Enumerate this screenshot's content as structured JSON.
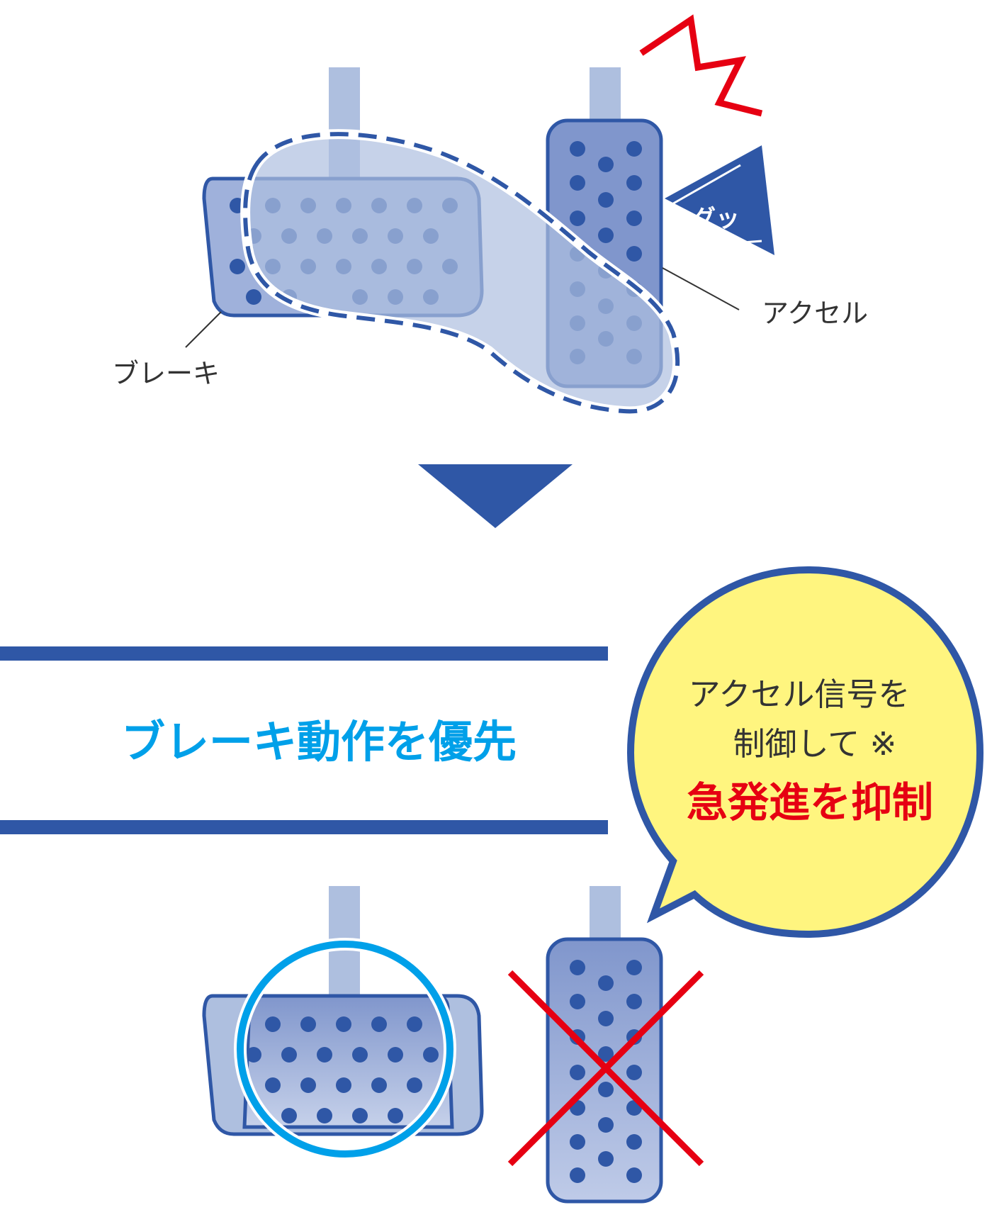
{
  "labels": {
    "brake": "ブレーキ",
    "accel": "アクセル",
    "gut": "グッ"
  },
  "banner": {
    "text": "ブレーキ動作を優先"
  },
  "bubble": {
    "line1": "アクセル信号を",
    "line2": "制御して ※",
    "line3": "急発進を抑制"
  },
  "colors": {
    "pedal_stroke": "#2f57a6",
    "pedal_fill": "#8096cc",
    "dot": "#2f57a6",
    "stem": "#aebfdf",
    "highlight_shape": "#aebfdf",
    "lightning": "#e60012",
    "arrow": "#2f57a6",
    "banner_line": "#2f57a6",
    "banner_text": "#00a0e9",
    "bubble_fill": "#fff57f",
    "bubble_stroke": "#2f57a6",
    "emphasis_text": "#e60012",
    "ok_circle": "#00a0e9",
    "cross": "#e60012"
  }
}
